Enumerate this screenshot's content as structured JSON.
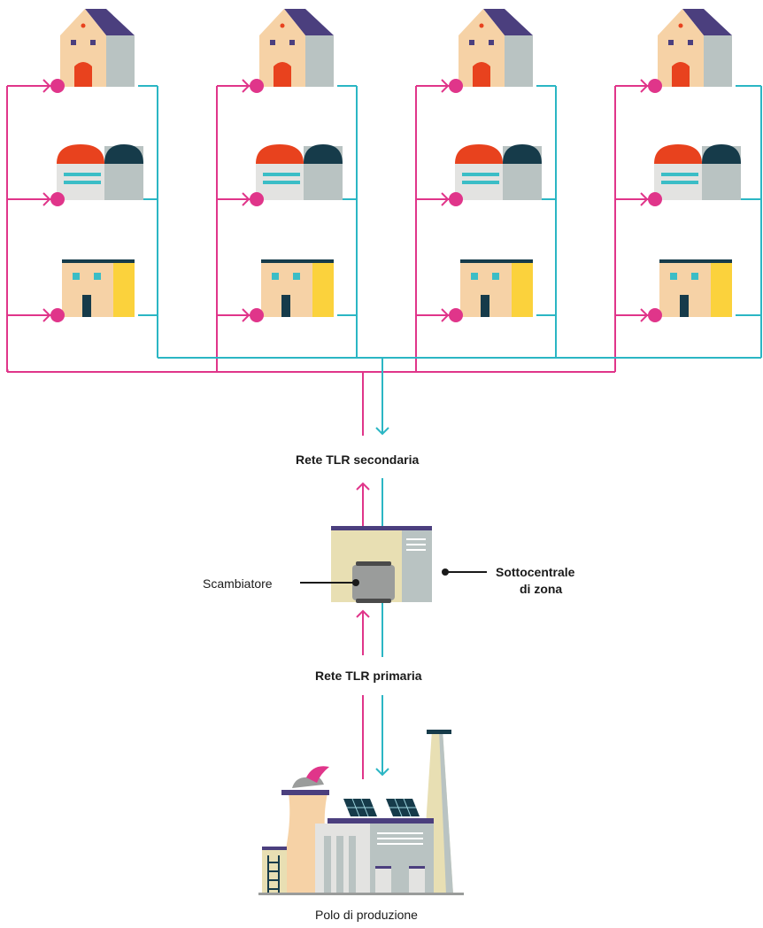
{
  "labels": {
    "secondary_network": "Rete TLR secondaria",
    "heat_exchanger": "Scambiatore",
    "substation_line1": "Sottocentrale",
    "substation_line2": "di zona",
    "primary_network": "Rete TLR primaria",
    "production": "Polo di produzione"
  },
  "building_types": [
    "house-icon",
    "warehouse-icon",
    "apartment-icon"
  ],
  "colors": {
    "supply": "#e0358a",
    "return": "#2bb6c4",
    "wall": "#f6d2a6",
    "shade": "#b9c3c2",
    "roof": "#4b3f7e",
    "door": "#e8421e",
    "window_blue": "#3bbdc6",
    "dark": "#163b4a",
    "yellow": "#fbd23c",
    "beige": "#e8dfb3"
  }
}
